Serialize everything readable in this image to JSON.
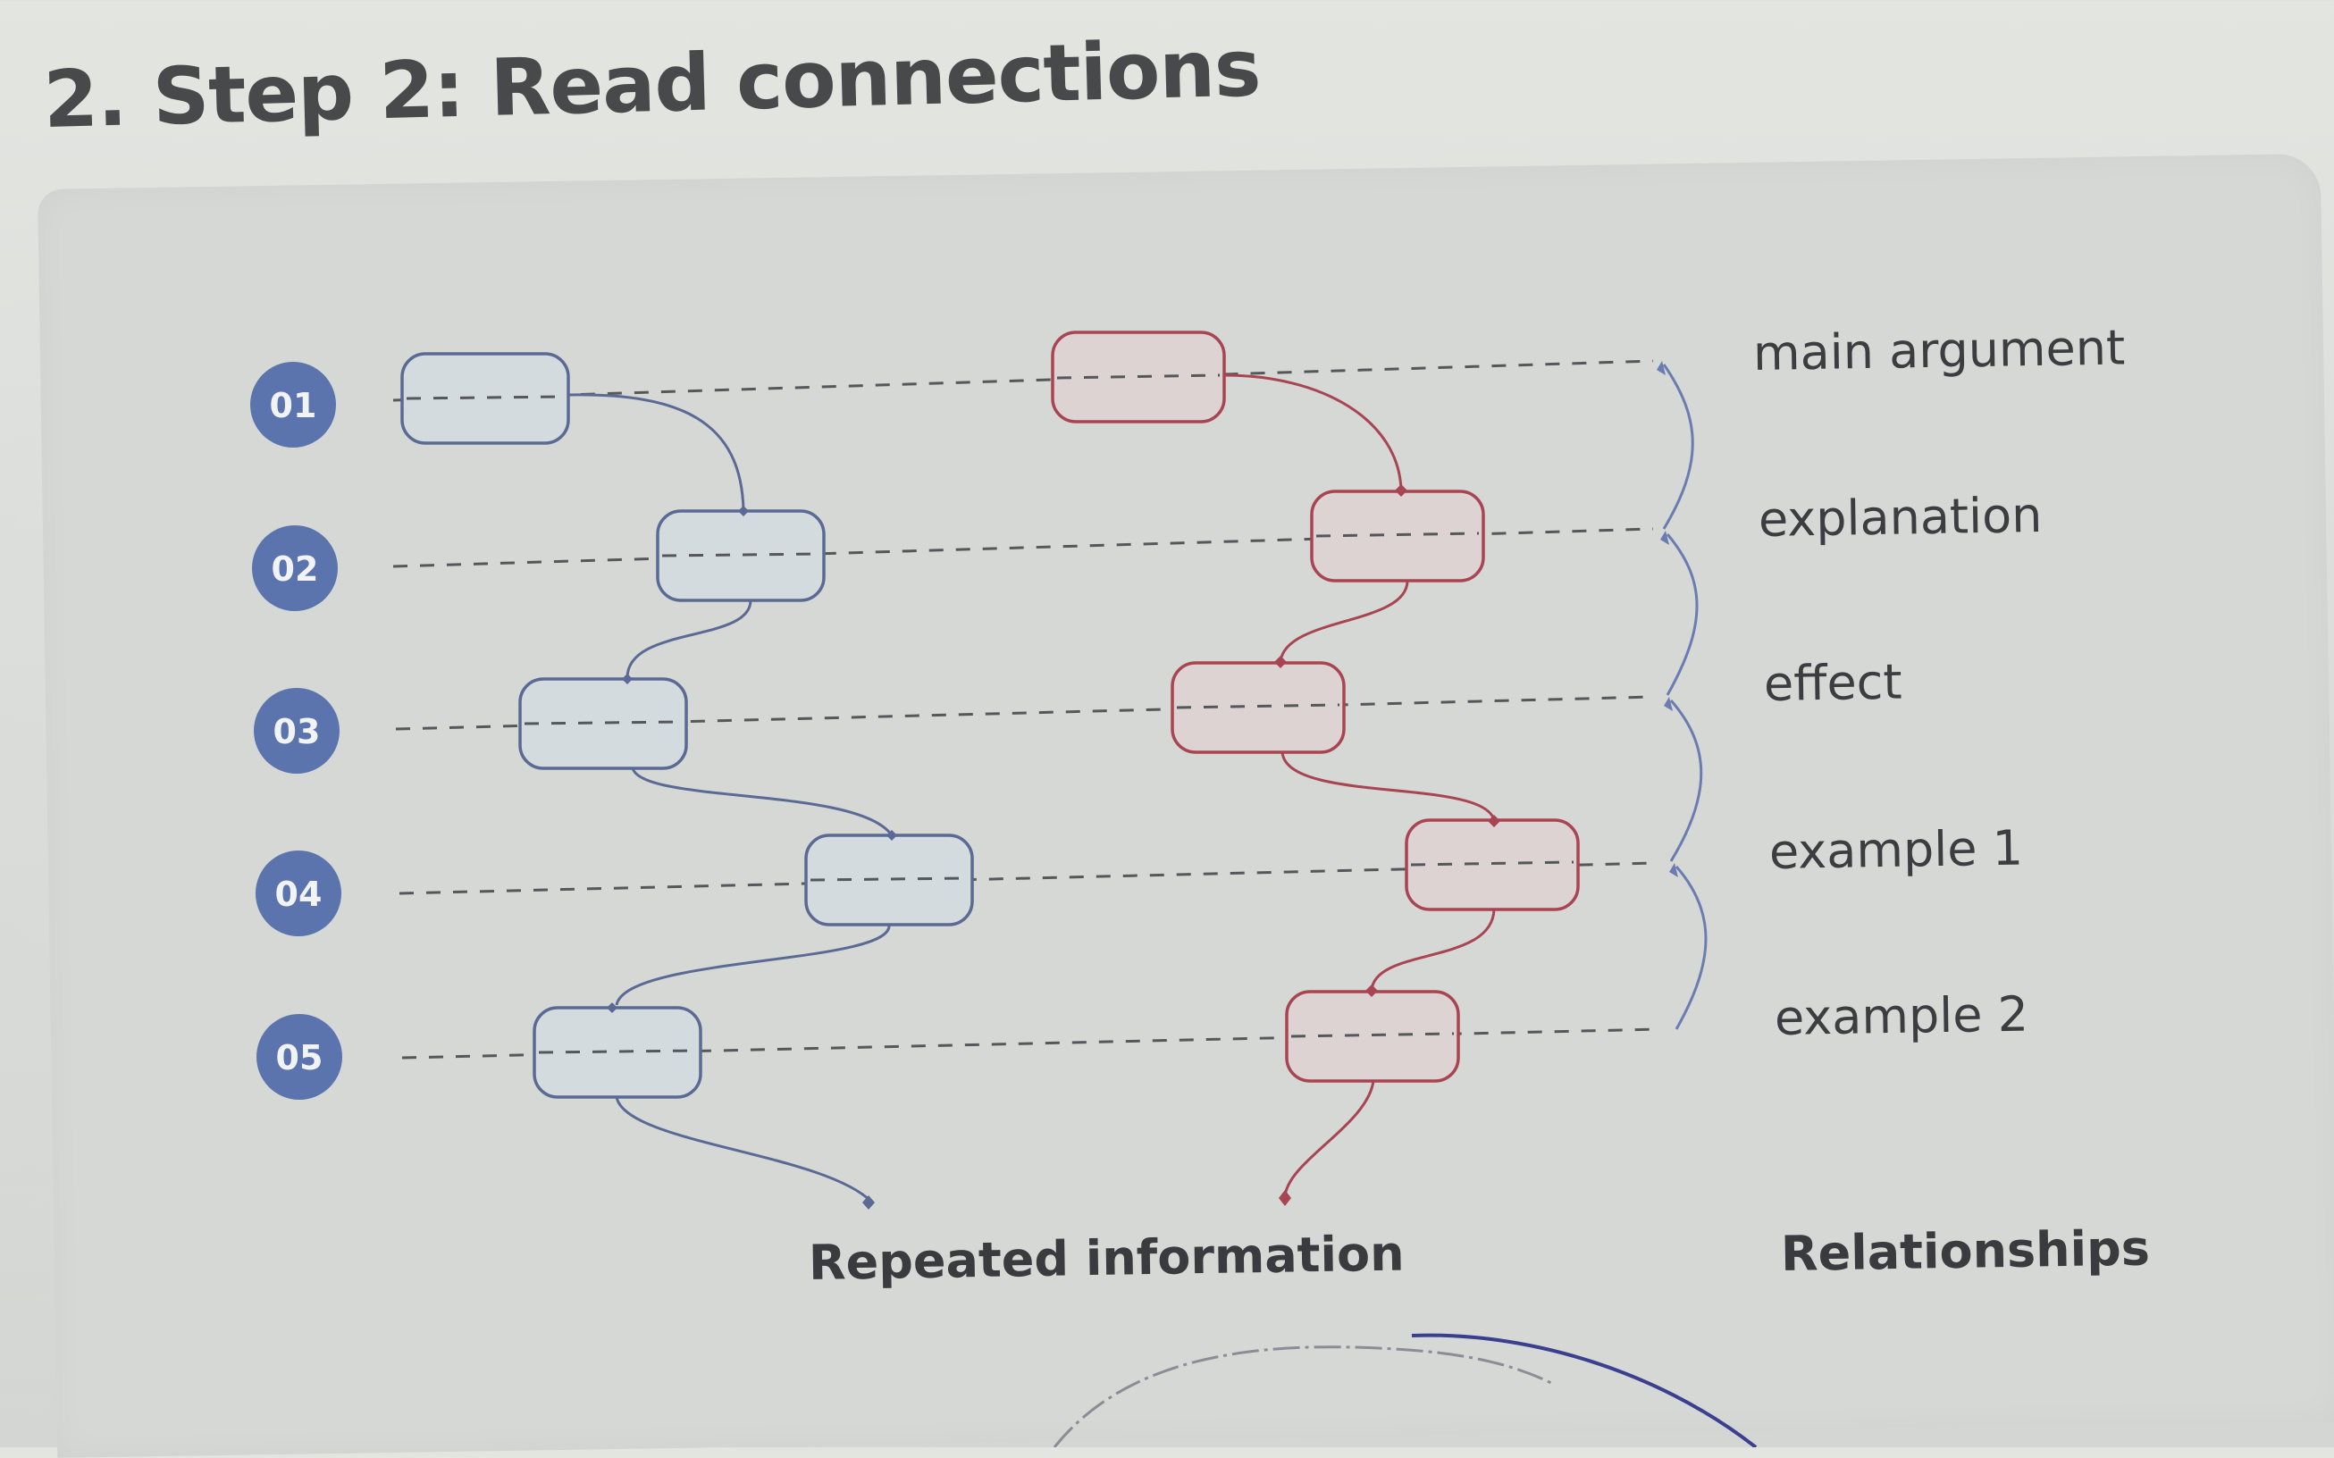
{
  "header": {
    "title": "2. Step 2: Read connections"
  },
  "diagram": {
    "rows": [
      {
        "number": "01",
        "relationship": "main argument"
      },
      {
        "number": "02",
        "relationship": "explanation"
      },
      {
        "number": "03",
        "relationship": "effect"
      },
      {
        "number": "04",
        "relationship": "example 1"
      },
      {
        "number": "05",
        "relationship": "example 2"
      }
    ],
    "footer": {
      "repeated_label": "Repeated information",
      "relationships_label": "Relationships"
    },
    "colors": {
      "badge_fill": "#5b74ad",
      "blue_chain_stroke": "#5a6a94",
      "blue_box_fill": "#d3dbde",
      "red_chain_stroke": "#a94452",
      "red_box_fill": "#ddd3d3",
      "arc_stroke": "#6a7cb0",
      "dashed_line": "#55585a"
    }
  }
}
